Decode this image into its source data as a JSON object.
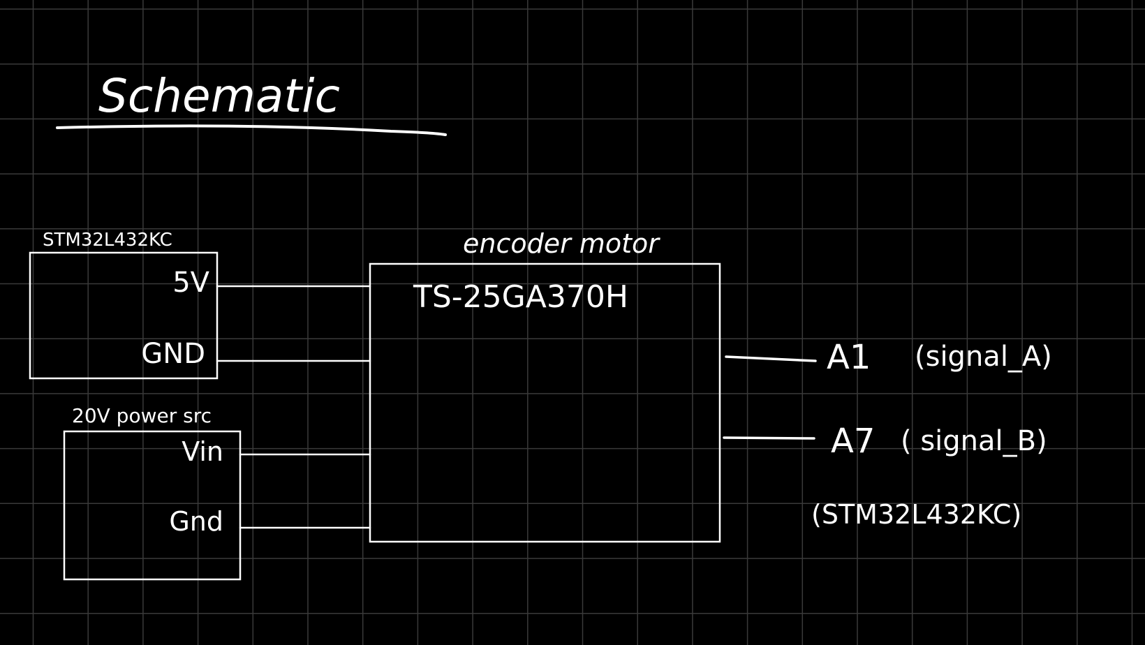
{
  "title": "Schematic",
  "colors": {
    "background": "#000000",
    "grid": "#3a3a3a",
    "ink": "#ffffff"
  },
  "components": {
    "mcu": {
      "label": "STM32L432KC",
      "pins": [
        "5V",
        "GND"
      ]
    },
    "power": {
      "label": "20V power src",
      "pins": [
        "Vin",
        "Gnd"
      ]
    },
    "motor": {
      "label": "encoder motor",
      "model": "TS-25GA370H"
    }
  },
  "outputs": [
    {
      "pin": "A1",
      "signal": "(signal_A)"
    },
    {
      "pin": "A7",
      "signal": "( signal_B)"
    }
  ],
  "outputs_target": "(STM32L432KC)"
}
